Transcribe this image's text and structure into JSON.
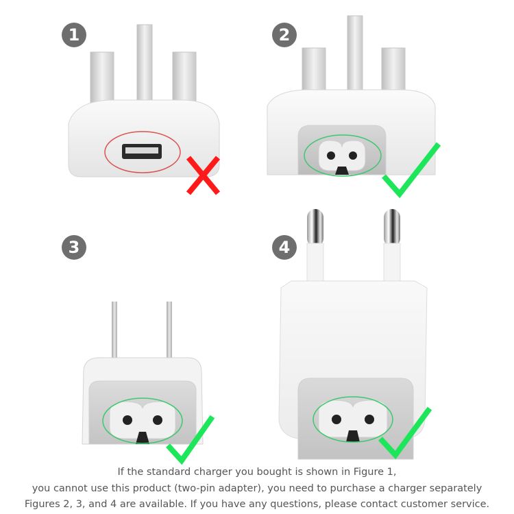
{
  "figures": [
    {
      "number": "1",
      "label": "UK three-pin USB charger",
      "port": "USB-A",
      "status": "incompatible",
      "mark": "cross"
    },
    {
      "number": "2",
      "label": "UK three-pin adapter with duck-head socket",
      "port": "two-pin socket",
      "status": "compatible",
      "mark": "check"
    },
    {
      "number": "3",
      "label": "US two-pin adapter with duck-head socket",
      "port": "two-pin socket",
      "status": "compatible",
      "mark": "check"
    },
    {
      "number": "4",
      "label": "EU two-pin adapter with duck-head socket",
      "port": "two-pin socket",
      "status": "compatible",
      "mark": "check"
    }
  ],
  "caption": {
    "line1": "If the standard charger you bought is shown in Figure 1,",
    "line2": "you cannot use this product (two-pin adapter), you need to purchase a charger separately",
    "line3": "Figures 2, 3, and 4 are available. If you have any questions, please contact customer service."
  },
  "colors": {
    "badge": "#6e6e6e",
    "cross": "#ff1a1a",
    "check": "#1ee65a",
    "highlight_bad": "#d9534f",
    "highlight_good": "#3cc86e"
  }
}
